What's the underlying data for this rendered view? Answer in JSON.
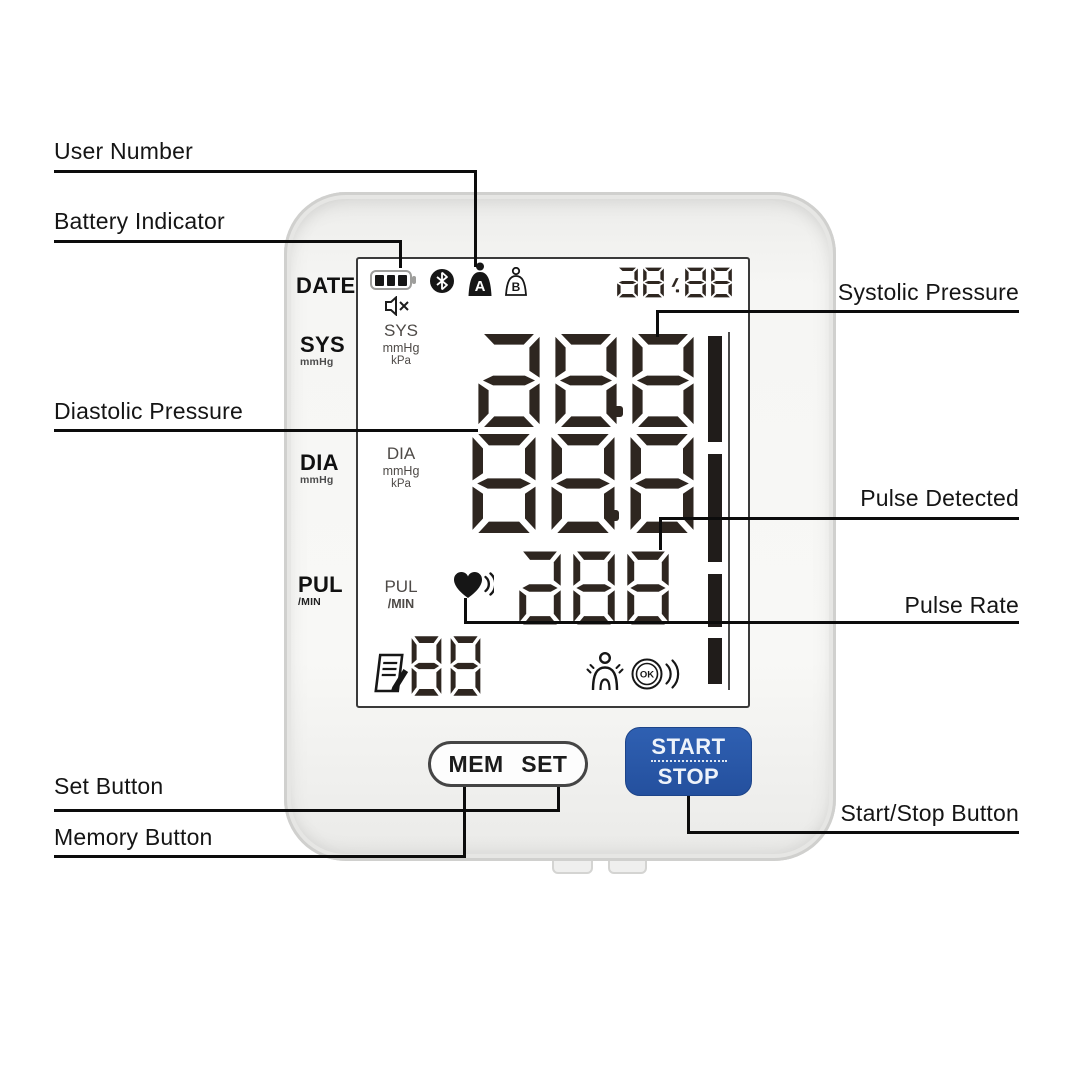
{
  "digit_color": "#2e2620",
  "line_color": "#0c0c0c",
  "accent_blue": "#2a57a8",
  "callouts": {
    "user_number": "User Number",
    "battery_indicator": "Battery Indicator",
    "diastolic_pressure": "Diastolic Pressure",
    "set_button": "Set Button",
    "memory_button": "Memory Button",
    "systolic_pressure": "Systolic Pressure",
    "pulse_detected": "Pulse Detected",
    "pulse_rate": "Pulse Rate",
    "start_stop_button": "Start/Stop Button"
  },
  "device": {
    "bezel": {
      "date": "DATE",
      "sys": "SYS",
      "sys_unit": "mmHg",
      "dia": "DIA",
      "dia_unit": "mmHg",
      "pul": "PUL",
      "pul_unit": "/MIN"
    },
    "display": {
      "date_value": "a8/88",
      "icons": {
        "battery": "battery-3-bars",
        "mute": "sound-off",
        "bluetooth": "bluetooth",
        "user_a": "A",
        "user_b": "B",
        "memo": "memory-log",
        "heartbeat": "heartbeat",
        "body_movement": "body-movement",
        "ok": "OK"
      },
      "sys": {
        "label": "SYS",
        "unit1": "mmHg",
        "unit2": "kPa",
        "value": "a88",
        "decimal": true
      },
      "dia": {
        "label": "DIA",
        "unit1": "mmHg",
        "unit2": "kPa",
        "value": "888",
        "decimal": true
      },
      "pul": {
        "label": "PUL",
        "unit": "/MIN",
        "value": "a88",
        "decimal": false
      },
      "memory_value": "88"
    },
    "buttons": {
      "mem": "MEM",
      "set": "SET",
      "start": "START",
      "stop": "STOP"
    }
  }
}
